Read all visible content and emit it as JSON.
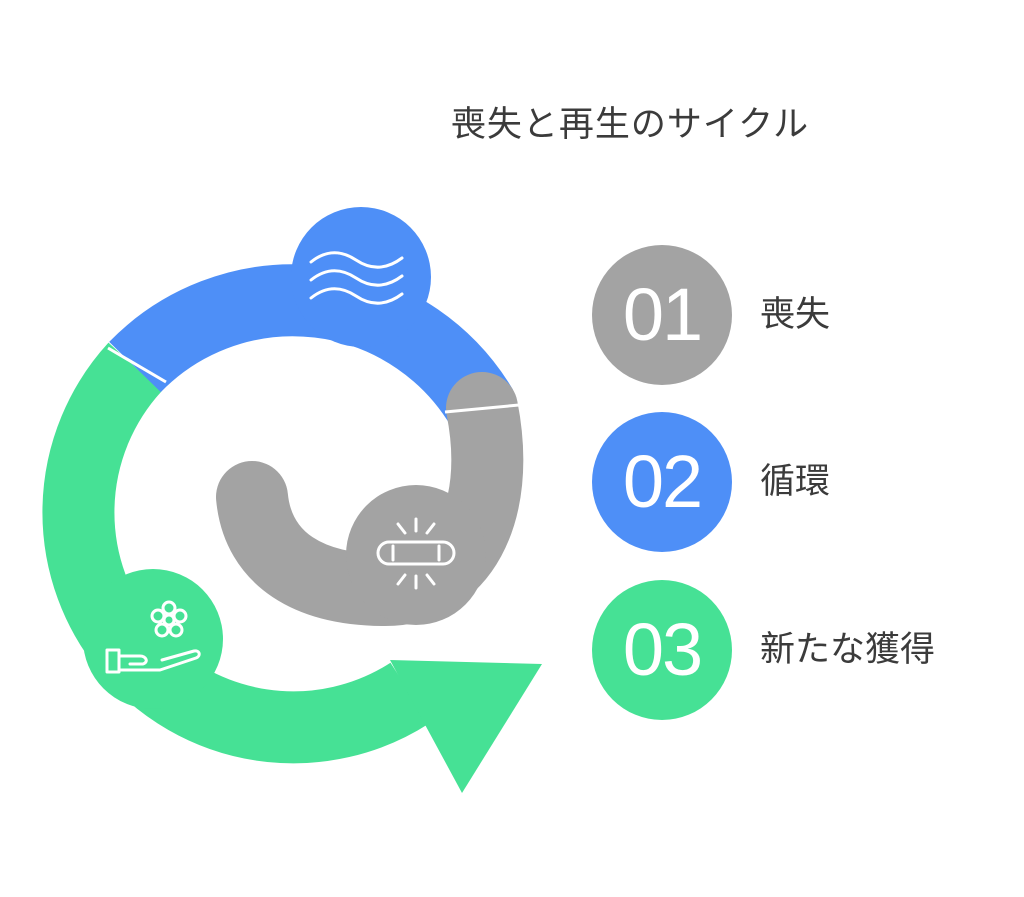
{
  "title": "喪失と再生のサイクル",
  "colors": {
    "loss": "#a3a3a3",
    "cycle": "#4e8ff7",
    "renewal": "#46e195",
    "text": "#3b3b3b"
  },
  "stages": [
    {
      "number": "01",
      "label": "喪失",
      "color": "#a3a3a3",
      "icon": "broken-capsule-icon"
    },
    {
      "number": "02",
      "label": "循環",
      "color": "#4e8ff7",
      "icon": "water-waves-icon"
    },
    {
      "number": "03",
      "label": "新たな獲得",
      "color": "#46e195",
      "icon": "hand-with-flower-icon"
    }
  ]
}
